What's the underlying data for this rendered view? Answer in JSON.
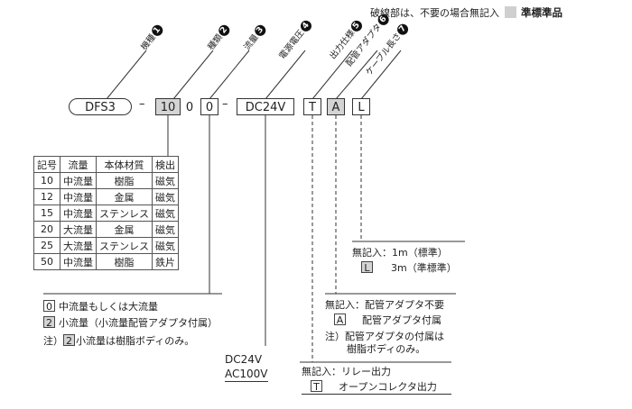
{
  "legend": {
    "note": "破線部は、不要の場合無記入",
    "standard_label": "準標準品"
  },
  "fields": [
    {
      "label": "機種",
      "num": "1"
    },
    {
      "label": "種類",
      "num": "2"
    },
    {
      "label": "流量",
      "num": "3"
    },
    {
      "label": "電源電圧",
      "num": "4"
    },
    {
      "label": "出力仕様",
      "num": "5"
    },
    {
      "label": "配管アダプタ",
      "num": "6"
    },
    {
      "label": "ケーブル長さ",
      "num": "7"
    }
  ],
  "code": {
    "model": "DFS3",
    "sep1": "–",
    "type": "10",
    "type_zero": "0",
    "flow": "0",
    "sep2": "–",
    "voltage": "DC24V",
    "output": "T",
    "adapter": "A",
    "cable": "L"
  },
  "table": {
    "headers": [
      "記号",
      "流量",
      "本体材質",
      "検出"
    ],
    "rows": [
      [
        "10",
        "中流量",
        "樹脂",
        "磁気"
      ],
      [
        "12",
        "中流量",
        "金属",
        "磁気"
      ],
      [
        "15",
        "中流量",
        "ステンレス",
        "磁気"
      ],
      [
        "20",
        "大流量",
        "金属",
        "磁気"
      ],
      [
        "25",
        "大流量",
        "ステンレス",
        "磁気"
      ],
      [
        "50",
        "中流量",
        "樹脂",
        "鉄片"
      ]
    ]
  },
  "flow_options": {
    "opt1_code": "0",
    "opt1_text": "中流量もしくは大流量",
    "opt2_code": "2",
    "opt2_text": "小流量（小流量配管アダプタ付属）",
    "note_prefix": "注）",
    "note_code": "2",
    "note_text": "小流量は樹脂ボディのみ。"
  },
  "voltage_options": [
    "DC24V",
    "AC100V"
  ],
  "output_options": {
    "none_label": "無記入：リレー出力",
    "t_code": "T",
    "t_text": "オープンコレクタ出力"
  },
  "adapter_options": {
    "none_label": "無記入：配管アダプタ不要",
    "a_code": "A",
    "a_text": "配管アダプタ付属",
    "note_line1": "注）配管アダプタの付属は",
    "note_line2": "樹脂ボディのみ。"
  },
  "cable_options": {
    "none_label": "無記入：1m（標準）",
    "l_code": "L",
    "l_text": "3m（準標準）"
  },
  "colors": {
    "standard_grey": "#cfcfcf",
    "line": "#333333"
  }
}
